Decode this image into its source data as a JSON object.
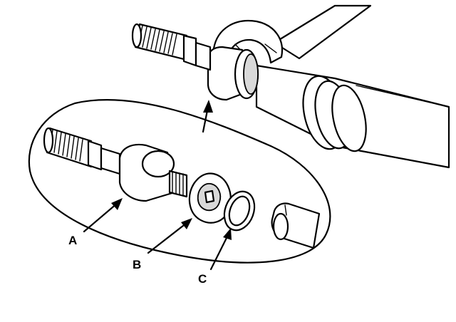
{
  "diagram": {
    "labels": {
      "a": "A",
      "b": "B",
      "c": "C"
    },
    "colors": {
      "line": "#000000",
      "background": "#ffffff",
      "shade": "#d9d9d9"
    }
  }
}
